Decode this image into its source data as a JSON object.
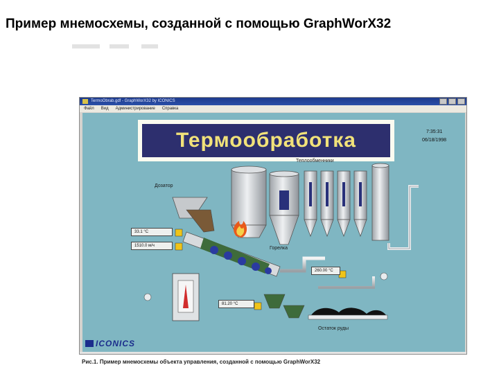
{
  "slide": {
    "title": "Пример мнемосхемы, созданной с помощью GraphWorX32"
  },
  "window": {
    "title": "TermoObrab.gdf - GraphWorX32 by ICONICS",
    "menu": [
      "Файл",
      "Вид",
      "Администрирование",
      "Справка"
    ]
  },
  "screen": {
    "banner_title": "Термообработка",
    "time": "7:35:31",
    "date": "06/18/1998",
    "labels": {
      "dosator": "Дозатор",
      "heat_exchangers": "Теплообменники",
      "burner": "Горелка",
      "ore_residue": "Остаток руды"
    },
    "readouts": {
      "temp_1": "33.1 °C",
      "flow_1": "1510.0 м/ч",
      "flow_2": "260.00 °C",
      "temp_2": "81.20 °C"
    },
    "logo": "ICONICS"
  },
  "caption": "Рис.1. Пример мнемосхемы объекта управления, созданной с помощью GraphWorX32",
  "colors": {
    "canvas": "#7fb6c2",
    "banner_bg": "#2d2f6e",
    "banner_text": "#f1e27a",
    "equipment": "#cfd2d6",
    "tank_level": "#28307a",
    "valve": "#f0c419"
  },
  "icons": [
    "app-icon",
    "minimize-icon",
    "maximize-icon",
    "close-icon",
    "flame-icon",
    "valve-icon",
    "iconics-logo-icon"
  ]
}
